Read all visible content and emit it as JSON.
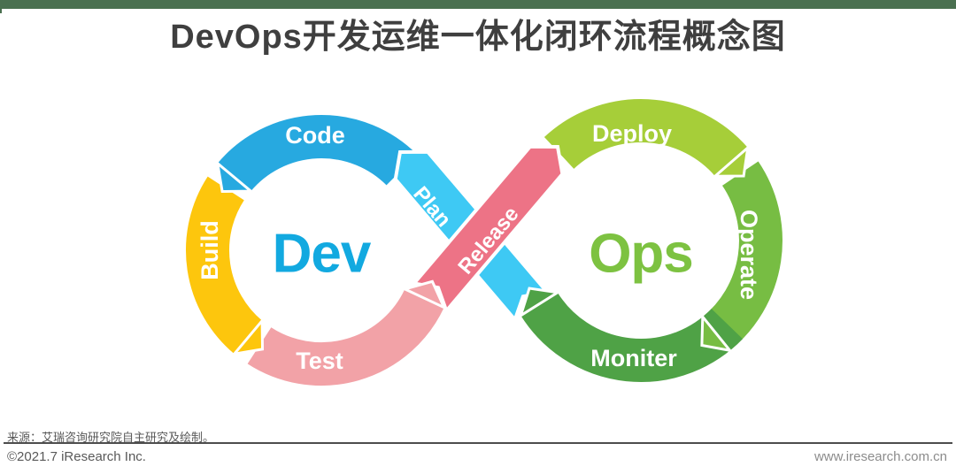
{
  "header": {
    "title": "DevOps开发运维一体化闭环流程概念图"
  },
  "diagram": {
    "dev_loop": {
      "center_label": "Dev",
      "segments": {
        "code": "Code",
        "build": "Build",
        "test": "Test"
      },
      "bridge": "Plan"
    },
    "ops_loop": {
      "center_label": "Ops",
      "segments": {
        "deploy": "Deploy",
        "operate": "Operate",
        "monitor": "Moniter"
      },
      "bridge": "Release"
    },
    "colors": {
      "code": "#27a9e0",
      "build": "#fdc60d",
      "test": "#f2a2a7",
      "plan": "#3ec9f4",
      "release": "#ed7386",
      "deploy": "#a6ce39",
      "operate": "#77bd43",
      "monitor": "#4fa246",
      "dev_text": "#12a9e0",
      "ops_text": "#7dc241"
    }
  },
  "footer": {
    "source": "来源：艾瑞咨询研究院自主研究及绘制。",
    "copyright": "©2021.7 iResearch Inc.",
    "website": "www.iresearch.com.cn"
  }
}
